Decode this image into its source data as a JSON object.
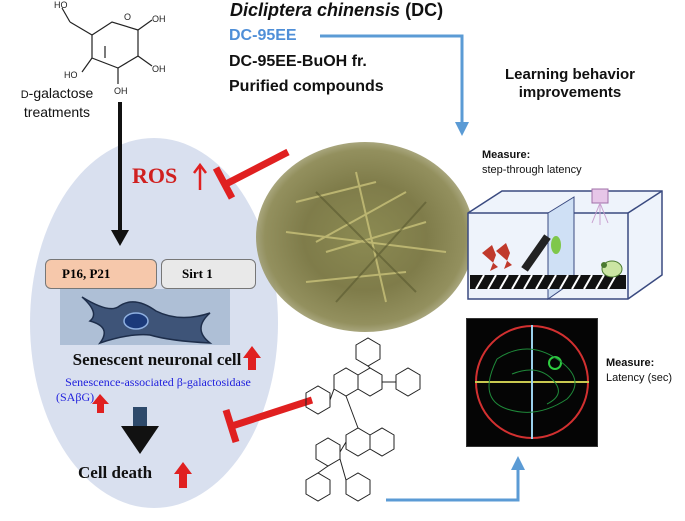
{
  "header": {
    "plant_name": "Dicliptera chinensis",
    "plant_abbrev": "(DC)",
    "extract_1": "DC-95EE",
    "extract_2": "DC-95EE-BuOH fr.",
    "extract_3": "Purified compounds"
  },
  "treatment": {
    "line1_prefix": "D",
    "line1_rest": "-galactose",
    "line2": "treatments"
  },
  "ros_label": "ROS",
  "markers": {
    "p16_label": "P16, P21",
    "sirt_label": "Sirt 1"
  },
  "cell": {
    "senescent_label": "Senescent neuronal  cell",
    "sabg_line1": "Senescence-associated β-galactosidase",
    "sabg_line2": "(SAβG)",
    "death_label": "Cell death"
  },
  "outcome": {
    "learning_line1": "Learning behavior",
    "learning_line2": "improvements"
  },
  "measures": {
    "m1_title": "Measure:",
    "m1_detail": "step-through latency",
    "m2_title": "Measure:",
    "m2_detail": "Latency (sec)"
  },
  "colors": {
    "up_arrow": "#e02020",
    "down_arrow": "#1aa83c",
    "inhibit": "#e02020",
    "flow_arrow": "#5b9bd5",
    "ellipse": "#d9e0ef"
  },
  "icons": [
    "glucose-structure-icon",
    "herb-photo",
    "passive-avoidance-apparatus-icon",
    "water-maze-track-icon",
    "flavonoid-structure-icon",
    "neuron-cell-icon"
  ]
}
